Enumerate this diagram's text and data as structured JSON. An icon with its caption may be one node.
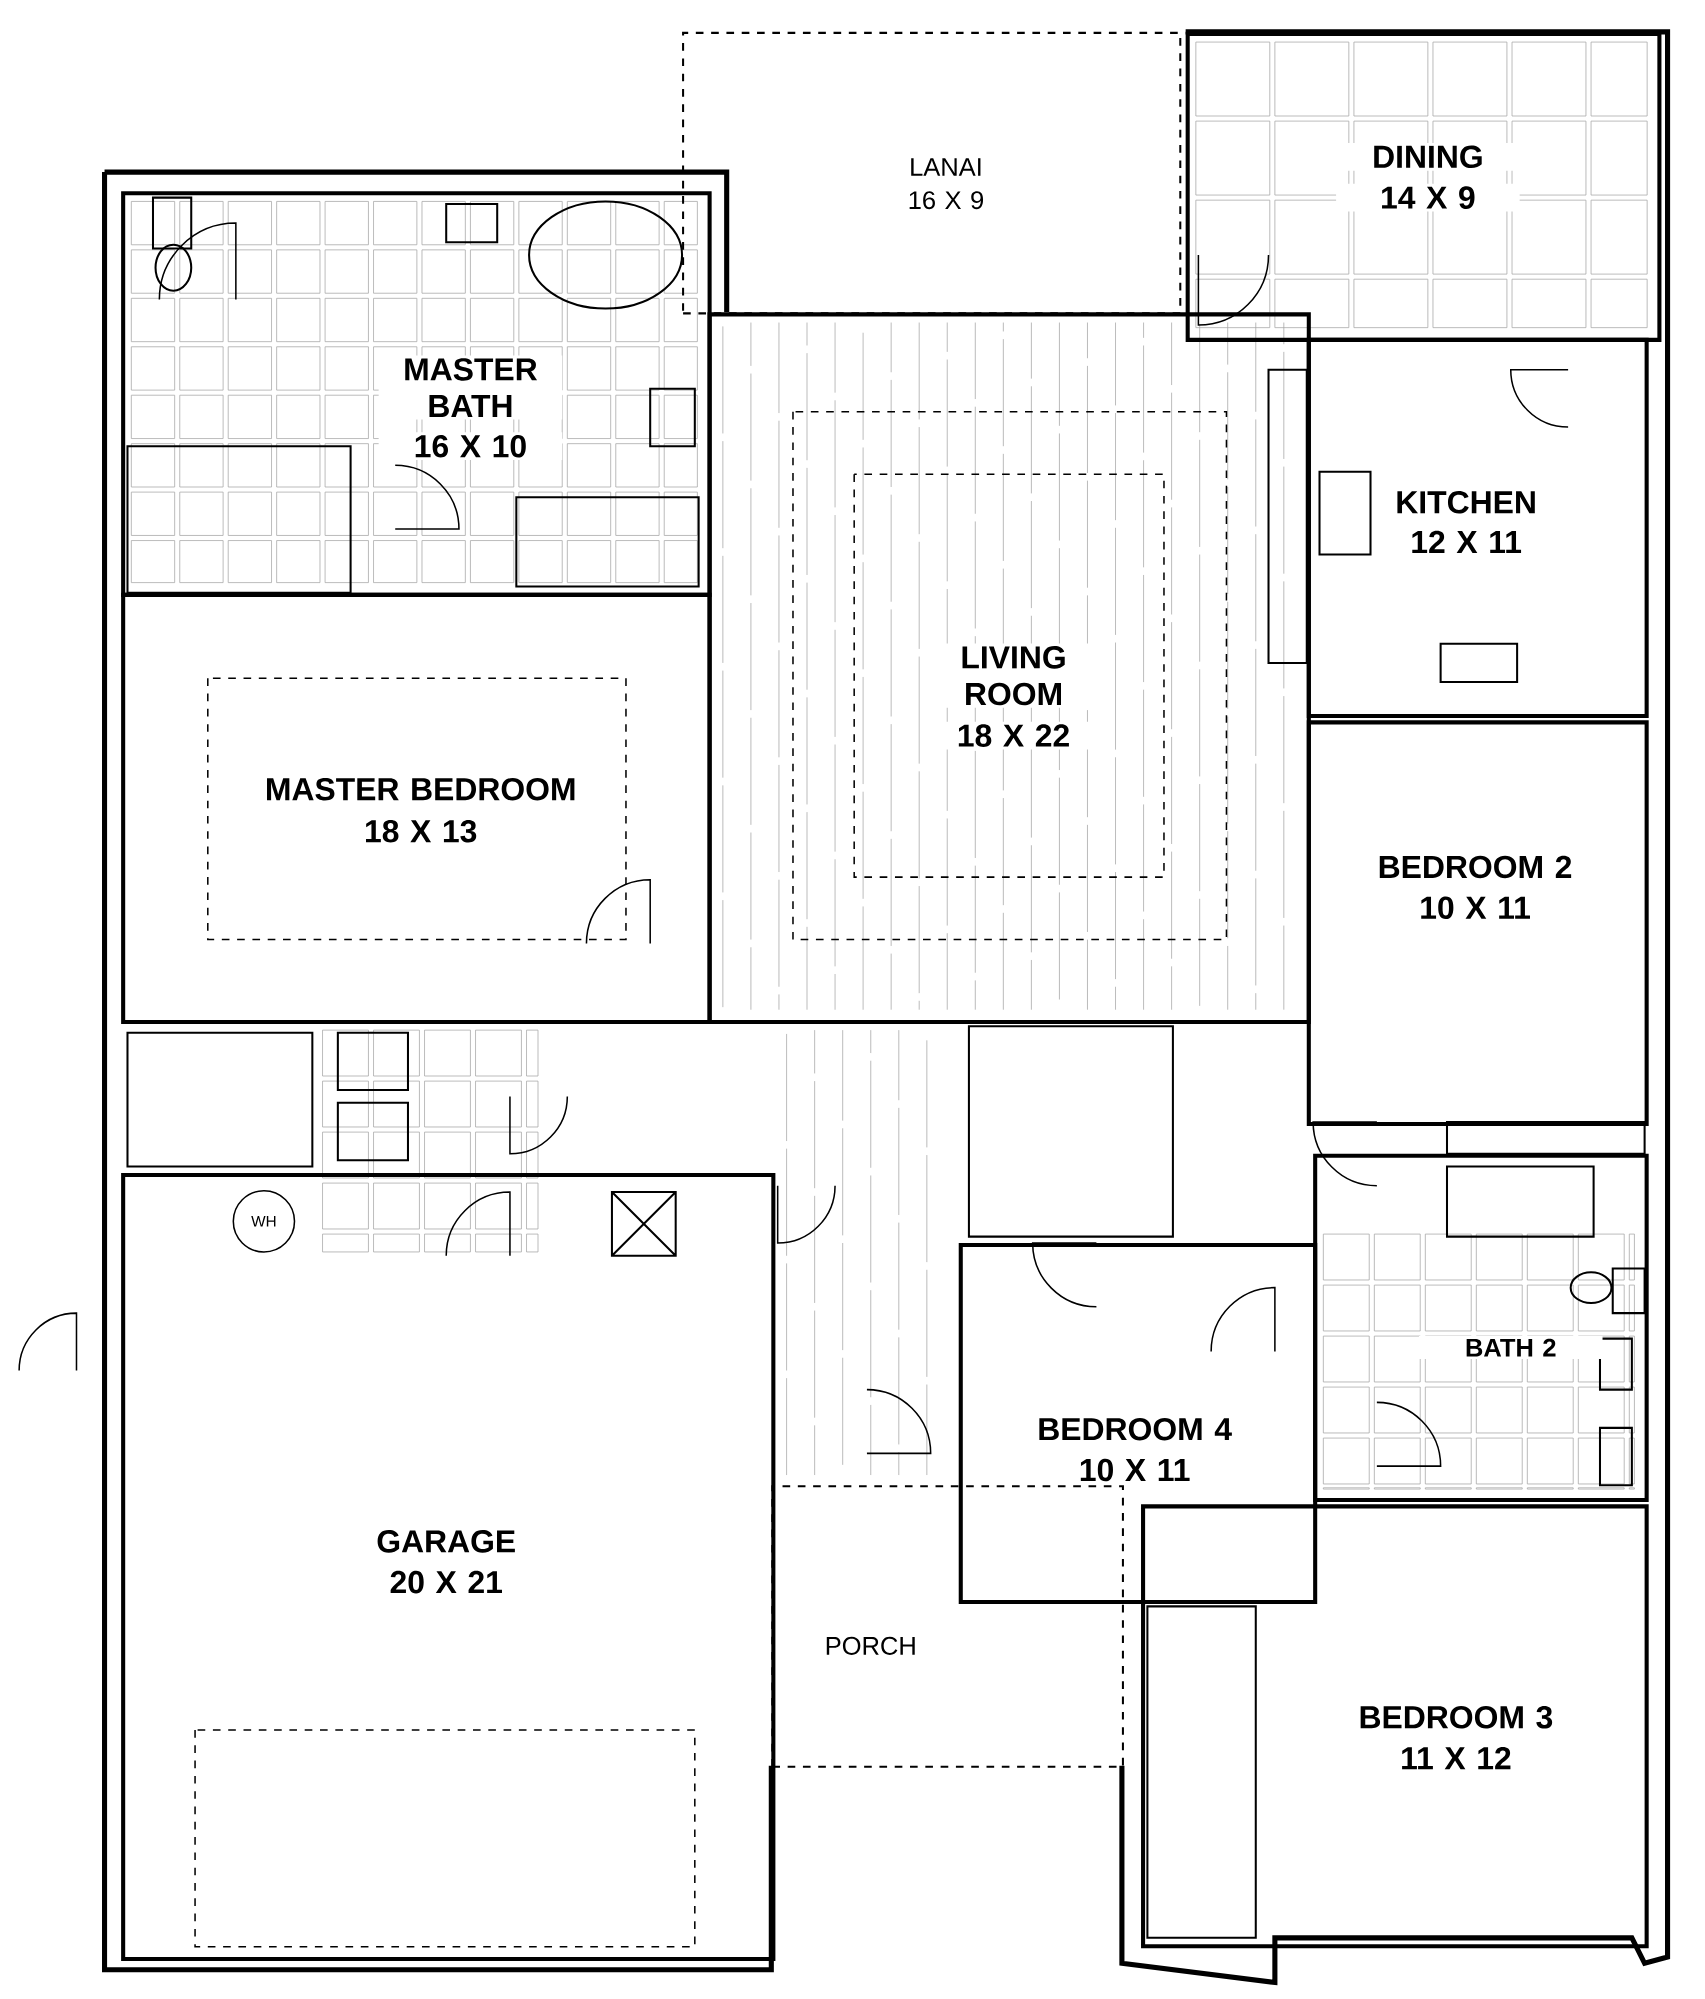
{
  "diagram": {
    "nodes": [
      {
        "text": [
          "LANAI",
          "16 X 9"
        ]
      },
      {
        "text": [
          "DINING",
          "14 X 9"
        ]
      },
      {
        "text": [
          "MASTER BATH",
          "16 X 10"
        ]
      },
      {
        "text": [
          "KITCHEN",
          "12 X 11"
        ]
      },
      {
        "text": [
          "LIVING ROOM",
          "18 X 22"
        ]
      },
      {
        "text": [
          "MASTER BEDROOM",
          "18 X 13"
        ]
      },
      {
        "text": [
          "BEDROOM 2",
          "10 X 11"
        ]
      },
      {
        "text": [
          "GARAGE",
          "20 X 21"
        ]
      },
      {
        "text": [
          "WH"
        ],
        "in": 7
      },
      {
        "text": [
          "BATH 2"
        ]
      },
      {
        "text": [
          "BEDROOM 4",
          "10 X 11"
        ]
      },
      {
        "text": [
          "PORCH"
        ]
      },
      {
        "text": [
          "BEDROOM 3",
          "11 X 12"
        ]
      }
    ]
  }
}
